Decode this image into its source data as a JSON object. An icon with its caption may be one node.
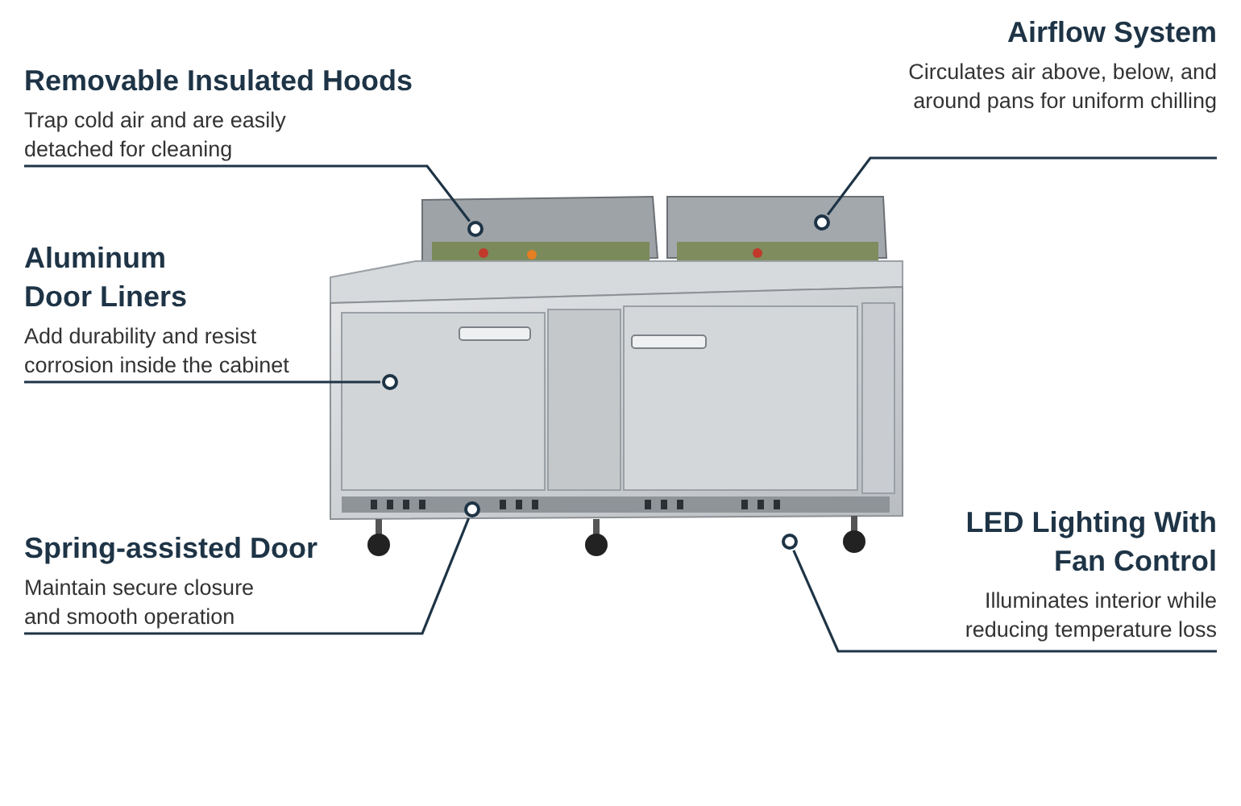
{
  "diagram": {
    "nodes": [
      {
        "text": [
          "Removable Insulated Hoods",
          "Trap cold air and are easily detached for cleaning"
        ]
      },
      {
        "text": [
          "Airflow System",
          "Circulates air above, below, and around pans for uniform chilling"
        ]
      },
      {
        "text": [
          "Aluminum Door Liners",
          "Add durability and resist corrosion inside the cabinet"
        ]
      },
      {
        "text": [
          "Spring-assisted Door",
          "Maintain secure closure and smooth operation"
        ]
      },
      {
        "text": [
          "LED Lighting With Fan Control",
          "Illuminates interior while reducing temperature loss"
        ]
      },
      {
        "text": [],
        "shape": "circle"
      },
      {
        "text": [],
        "shape": "circle"
      },
      {
        "text": [],
        "shape": "circle"
      },
      {
        "text": [],
        "shape": "circle"
      },
      {
        "text": [],
        "shape": "circle"
      }
    ],
    "edges": [
      {
        "from": 0,
        "to": 5,
        "arrow": "none"
      },
      {
        "from": 1,
        "to": 6,
        "arrow": "none"
      },
      {
        "from": 2,
        "to": 7,
        "arrow": "none"
      },
      {
        "from": 3,
        "to": 8,
        "arrow": "none"
      },
      {
        "from": 4,
        "to": 9,
        "arrow": "none"
      }
    ]
  }
}
